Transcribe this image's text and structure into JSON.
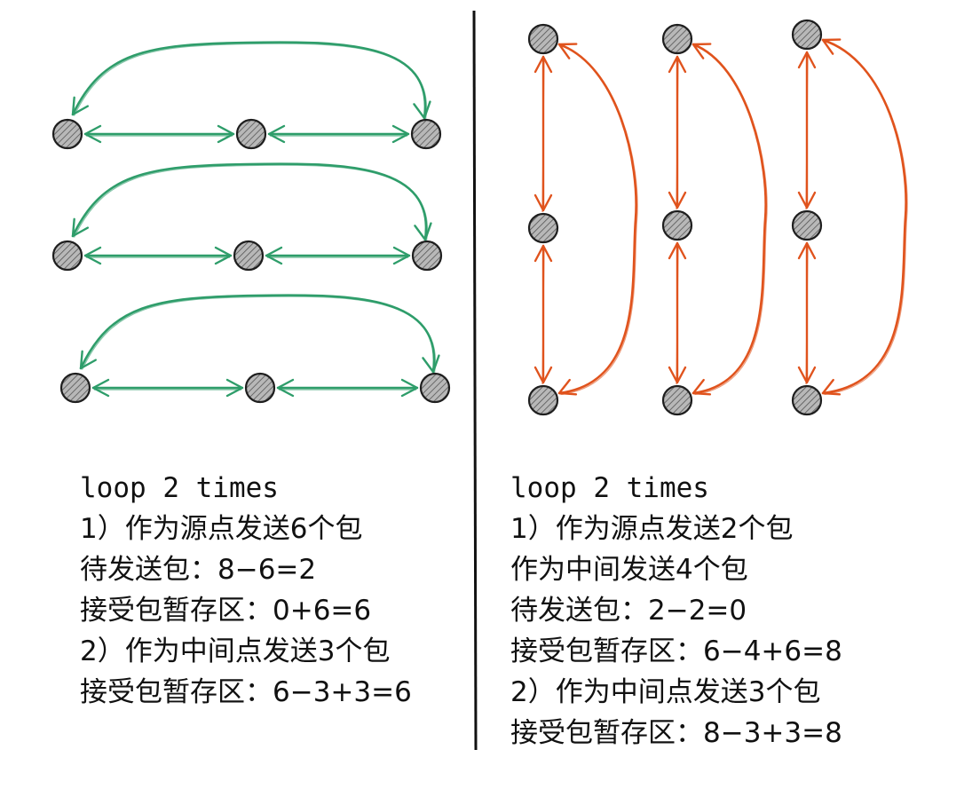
{
  "colors": {
    "green": "#2e9d6a",
    "orange": "#e0531d",
    "node_fill": "#b8b8b8",
    "node_stroke": "#1e1e1e",
    "divider": "#111111"
  },
  "left_panel": {
    "text": {
      "heading": "loop 2 times",
      "line1": "1）作为源点发送6个包",
      "line2": "待发送包：8−6=2",
      "line3": "接受包暂存区：0+6=6",
      "line4": "2）作为中间点发送3个包",
      "line5": "接受包暂存区：6−3+3=6"
    }
  },
  "right_panel": {
    "text": {
      "heading": "loop 2 times",
      "line1": "1）作为源点发送2个包",
      "line2": "作为中间发送4个包",
      "line3": "待发送包：2−2=0",
      "line4": "接受包暂存区：6−4+6=8",
      "line5": "2）作为中间点发送3个包",
      "line6": "接受包暂存区：8−3+3=8"
    }
  }
}
